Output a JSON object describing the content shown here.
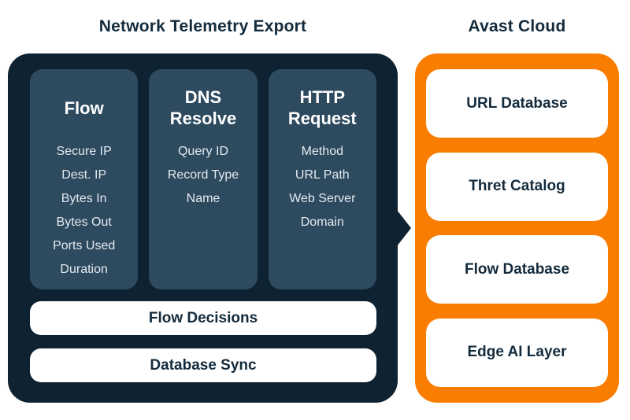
{
  "telemetry": {
    "title": "Network Telemetry Export",
    "columns": [
      {
        "title": "Flow",
        "items": [
          "Secure IP",
          "Dest. IP",
          "Bytes In",
          "Bytes Out",
          "Ports Used",
          "Duration"
        ]
      },
      {
        "title": "DNS Resolve",
        "items": [
          "Query ID",
          "Record Type",
          "Name"
        ]
      },
      {
        "title": "HTTP Request",
        "items": [
          "Method",
          "URL Path",
          "Web Server Domain"
        ]
      }
    ],
    "bars": [
      "Flow Decisions",
      "Database Sync"
    ]
  },
  "cloud": {
    "title": "Avast Cloud",
    "boxes": [
      "URL Database",
      "Thret Catalog",
      "Flow Database",
      "Edge AI Layer"
    ]
  },
  "colors": {
    "panel_navy": "#0e2231",
    "column_slate": "#2e4a5f",
    "accent_orange": "#f97d00",
    "text_dark": "#132b3c",
    "text_light": "#e3eaef"
  }
}
